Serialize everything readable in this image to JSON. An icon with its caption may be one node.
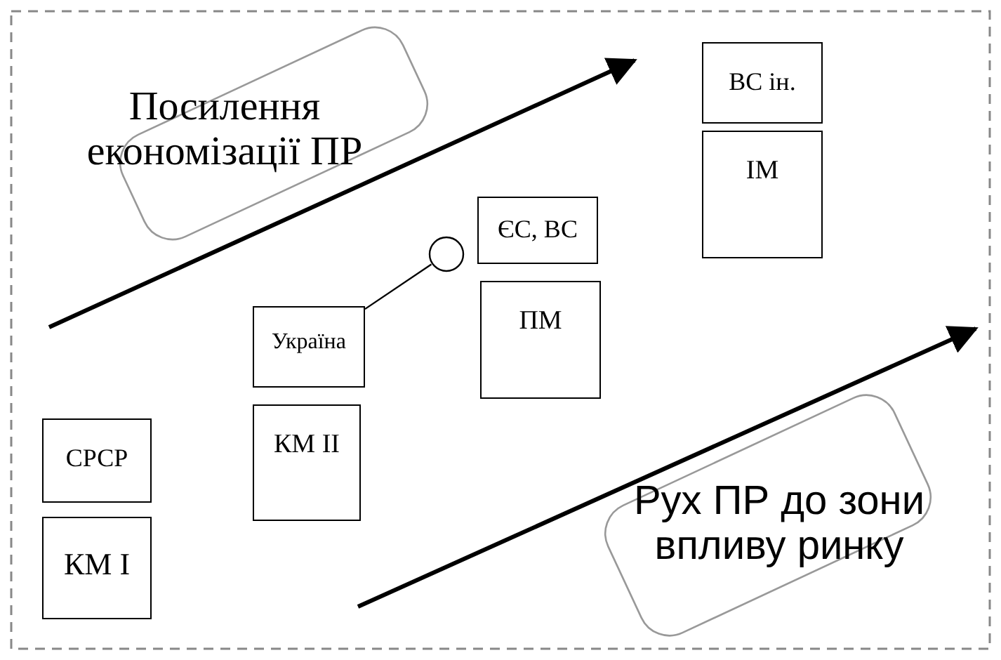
{
  "diagram": {
    "nodes": [
      {
        "text": [
          "Посилення економізації ПР"
        ]
      },
      {
        "text": [
          "ВС ін."
        ]
      },
      {
        "text": [
          "ІМ"
        ]
      },
      {
        "text": [
          "ЄС, ВС"
        ]
      },
      {
        "text": [],
        "shape": "circle"
      },
      {
        "text": [
          "ПМ"
        ]
      },
      {
        "text": [
          "Україна"
        ]
      },
      {
        "text": [
          "КМ ІІ"
        ]
      },
      {
        "text": [
          "СРСР"
        ]
      },
      {
        "text": [
          "Рух ПР до зони впливу ринку"
        ]
      },
      {
        "text": [
          "КМ І"
        ]
      }
    ],
    "edges": [
      {
        "from": 6,
        "to": 4,
        "arrow": "none"
      }
    ]
  }
}
